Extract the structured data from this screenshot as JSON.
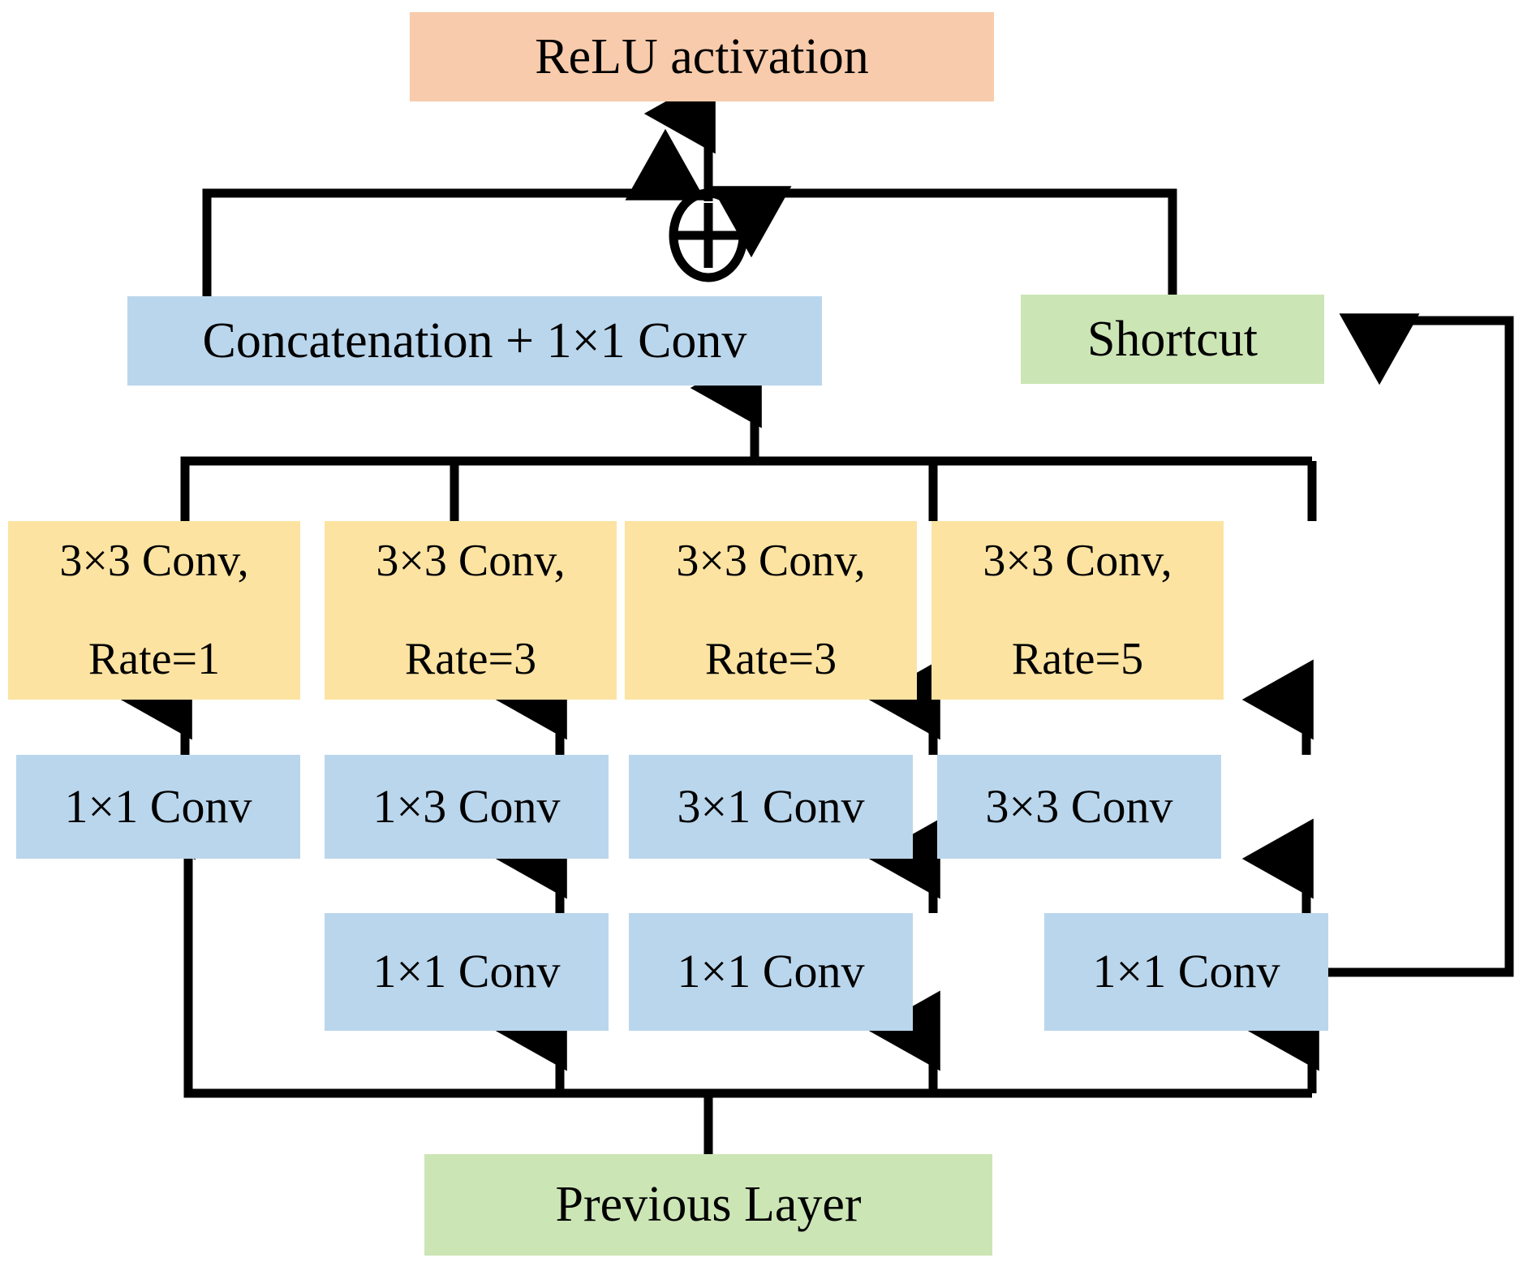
{
  "diagram": {
    "title": "Multi-branch dilated convolution residual block",
    "colors": {
      "activation": "#f7cbab",
      "conv": "#bad6ec",
      "dilated_conv": "#fce3a1",
      "io": "#cce5b5",
      "wire": "#000000",
      "background": "#ffffff"
    },
    "nodes": {
      "relu": {
        "label": "ReLU activation"
      },
      "sum": {
        "label": "⊕",
        "name": "element-wise addition"
      },
      "concat": {
        "label": "Concatenation +  1×1 Conv"
      },
      "shortcut": {
        "label": "Shortcut"
      },
      "previous_layer": {
        "label": "Previous Layer"
      }
    },
    "dilated_row": [
      {
        "line1": "3×3 Conv,",
        "line2": "Rate=1"
      },
      {
        "line1": "3×3 Conv,",
        "line2": "Rate=3"
      },
      {
        "line1": "3×3 Conv,",
        "line2": "Rate=3"
      },
      {
        "line1": "3×3 Conv,",
        "line2": "Rate=5"
      }
    ],
    "mid_row": [
      {
        "label": "1×1 Conv"
      },
      {
        "label": "1×3 Conv"
      },
      {
        "label": "3×1 Conv"
      },
      {
        "label": "3×3 Conv"
      }
    ],
    "bottom_row": [
      {
        "label": "1×1 Conv"
      },
      {
        "label": "1×1 Conv"
      },
      {
        "label": "1×1 Conv"
      }
    ]
  }
}
